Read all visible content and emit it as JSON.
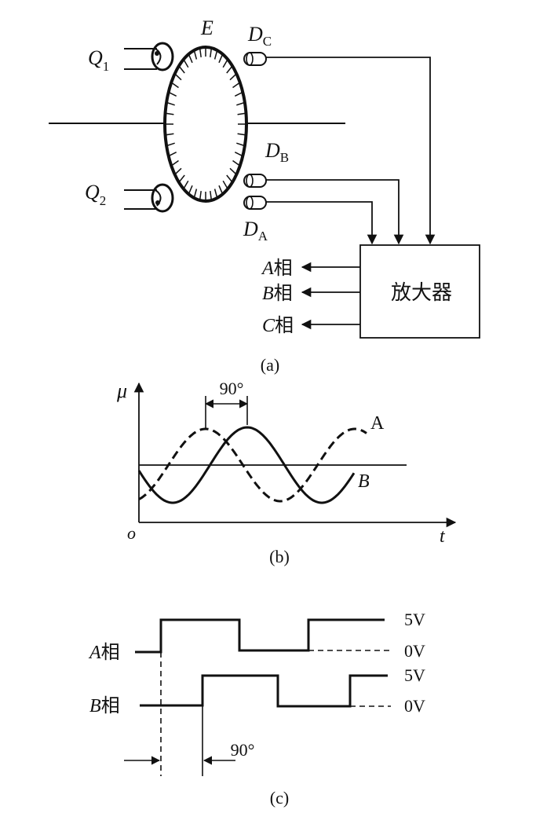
{
  "panel_a": {
    "label_E": "E",
    "label_Q1_main": "Q",
    "label_Q1_sub": "1",
    "label_Q2_main": "Q",
    "label_Q2_sub": "2",
    "label_DC_main": "D",
    "label_DC_sub": "C",
    "label_DB_main": "D",
    "label_DB_sub": "B",
    "label_DA_main": "D",
    "label_DA_sub": "A",
    "amplifier_label": "放大器",
    "out_A_letter": "A",
    "out_A_suffix": "相",
    "out_B_letter": "B",
    "out_B_suffix": "相",
    "out_C_letter": "C",
    "out_C_suffix": "相",
    "caption": "(a)"
  },
  "panel_b": {
    "y_axis_label": "μ",
    "x_axis_label": "t",
    "origin_label": "o",
    "phase_label": "90°",
    "series_A_label": "A",
    "series_B_label": "B",
    "caption": "(b)"
  },
  "panel_c": {
    "row_A_letter": "A",
    "row_A_suffix": "相",
    "row_B_letter": "B",
    "row_B_suffix": "相",
    "A_high_label": "5V",
    "A_low_label": "0V",
    "B_high_label": "5V",
    "B_low_label": "0V",
    "phase_label": "90°",
    "caption": "(c)"
  },
  "colors": {
    "ink": "#111111",
    "background": "#ffffff"
  }
}
